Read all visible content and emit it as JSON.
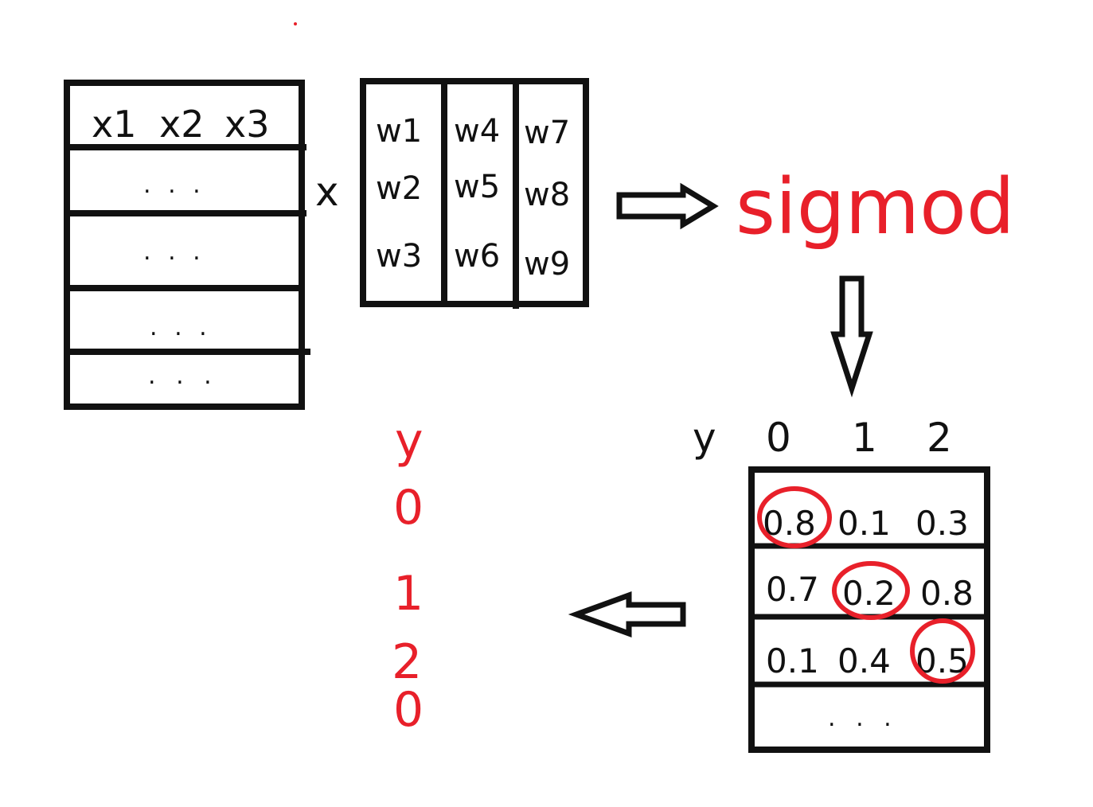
{
  "colors": {
    "ink": "#111111",
    "accent": "#e8202a"
  },
  "input_matrix": {
    "header": [
      "x1",
      "x2",
      "x3"
    ],
    "rows": [
      ". . .",
      ". . .",
      ". . .",
      ". . ."
    ]
  },
  "multiply_symbol": "x",
  "weight_matrix": {
    "columns": [
      [
        "w1",
        "w2",
        "w3"
      ],
      [
        "w4",
        "w5",
        "w6"
      ],
      [
        "w7",
        "w8",
        "w9"
      ]
    ]
  },
  "function_label": "sigmod",
  "output_matrix": {
    "header": [
      "y",
      "0",
      "1",
      "2"
    ],
    "rows": [
      [
        "0.8",
        "0.1",
        "0.3"
      ],
      [
        "0.7",
        "0.2",
        "0.8"
      ],
      [
        "0.1",
        "0.4",
        "0.5"
      ],
      [
        ". . ."
      ]
    ],
    "circled": [
      [
        0,
        0
      ],
      [
        1,
        1
      ],
      [
        2,
        2
      ]
    ]
  },
  "predictions": {
    "label": "y",
    "values": [
      "0",
      "1",
      "2",
      "0"
    ]
  }
}
